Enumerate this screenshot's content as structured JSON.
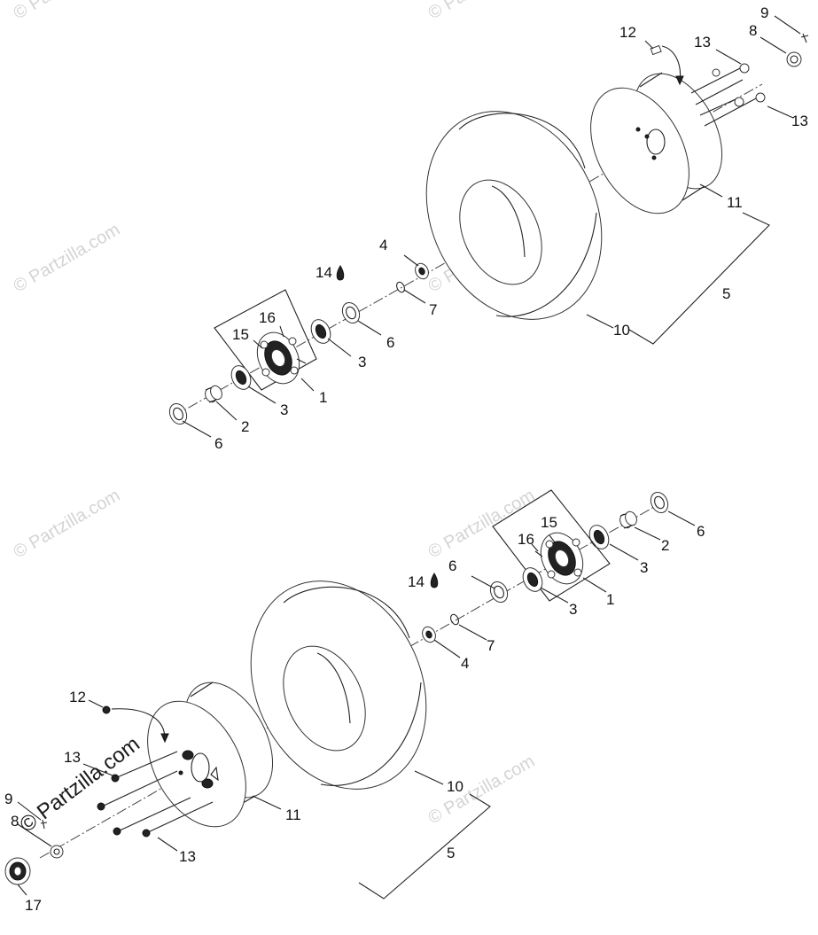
{
  "watermarks": {
    "site": "© Partzilla.com",
    "main": "© Partzilla.com"
  },
  "upper_assembly": {
    "callouts": {
      "c1": "1",
      "c2": "2",
      "c3a": "3",
      "c3b": "3",
      "c4": "4",
      "c5": "5",
      "c6a": "6",
      "c6b": "6",
      "c7": "7",
      "c8": "8",
      "c9": "9",
      "c10": "10",
      "c11": "11",
      "c12": "12",
      "c13a": "13",
      "c13b": "13",
      "c14": "14",
      "c15": "15",
      "c16": "16"
    }
  },
  "lower_assembly": {
    "callouts": {
      "c1": "1",
      "c2": "2",
      "c3a": "3",
      "c3b": "3",
      "c4": "4",
      "c5": "5",
      "c6a": "6",
      "c6b": "6",
      "c7": "7",
      "c8": "8",
      "c9": "9",
      "c10": "10",
      "c11": "11",
      "c12": "12",
      "c13a": "13",
      "c13b": "13",
      "c14": "14",
      "c15": "15",
      "c16": "16",
      "c17": "17"
    }
  }
}
